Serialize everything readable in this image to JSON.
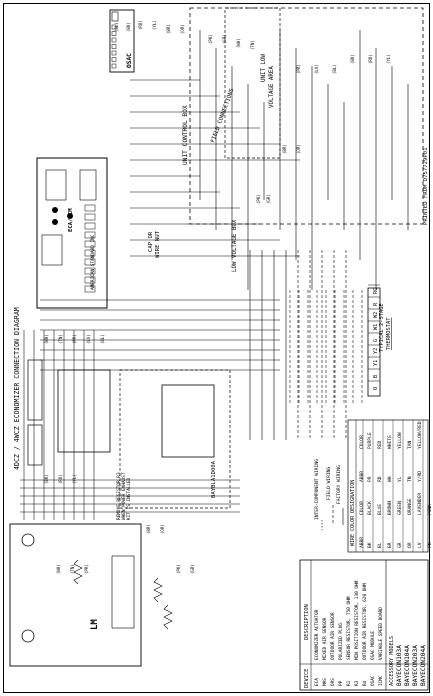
{
  "title": "4DCZ / 4WCZ ECONOMIZER CONNECTION DIAGRAM",
  "printed_from": "PRINTED FROM D757729P01",
  "box_labels": {
    "unit_control_box": "UNIT CONTROL BOX",
    "field_connections": "FIELD CONNECTIONS",
    "unit_low_voltage_area_1": "UNIT LOW",
    "unit_low_voltage_area_2": "VOLTAGE AREA",
    "low_voltage_box": "LOW VOLTAGE BOX",
    "cap_or_wire_nut_1": "CAP OR",
    "cap_or_wire_nut_2": "WIRE NUT",
    "baybla": "BAYBLA1D00A",
    "osac": "OSAC",
    "eca": "ECA/ECM",
    "lm": "LM",
    "remove_resistor_1": "REMOVE RESISTOR R3",
    "remove_resistor_2": "WHEN POWER EXHAUST",
    "remove_resistor_3": "KIT IS INSTALLED",
    "thermostat_1": "TYPICAL 2-STAGE",
    "thermostat_2": "THERMOSTAT",
    "american_standard": "AMERICAN STANDARD INC"
  },
  "thermostat_terminals": [
    "O",
    "B",
    "Y1",
    "Y2",
    "G",
    "W1",
    "W2",
    "R",
    "RC"
  ],
  "wiring_key": {
    "inter_component": "INTER-COMPONENT WIRING",
    "field": "FIELD WIRING",
    "factory": "FACTORY WIRING"
  },
  "wire_colors": {
    "title": "WIRE COLOR DESIGNATION",
    "headers": [
      "ABBR",
      "COLOR",
      "ABBR",
      "COLOR"
    ],
    "rows": [
      [
        "BK",
        "BLACK",
        "PR",
        "PURPLE"
      ],
      [
        "BL",
        "BLUE",
        "RD",
        "RED"
      ],
      [
        "BR",
        "BROWN",
        "WH",
        "WHITE"
      ],
      [
        "GR",
        "GREEN",
        "YL",
        "YELLOW"
      ],
      [
        "OR",
        "ORANGE",
        "TN",
        "TAN"
      ],
      [
        "LV",
        "LAVENDER",
        "Y/RD",
        "YELLOW/RED"
      ],
      [
        "PK",
        "PINK",
        "",
        ""
      ]
    ]
  },
  "devices": {
    "headers": [
      "DEVICE",
      "DESCRIPTION"
    ],
    "rows": [
      [
        "ECA",
        "ECONOMIZER ACTUATOR"
      ],
      [
        "MAS",
        "MIXED AIR SENSOR"
      ],
      [
        "OAS",
        "OUTDOOR AIR SENSOR"
      ],
      [
        "PP",
        "POLARIZED PLUG"
      ],
      [
        "R1",
        "SENSOR RESISTOR, 750 OHM"
      ],
      [
        "R3",
        "MIN POSITION RESISTOR, 130 OHM"
      ],
      [
        "R4",
        "OUTDOOR AIR RESISTOR, 620 OHM"
      ],
      [
        "OSAC",
        "OSAC MODULE"
      ],
      [
        "ICMC",
        "VARIABLE SPEED BOARD"
      ]
    ]
  },
  "accessory_models": {
    "header": "ACCESSORY MODELS",
    "items": [
      "BAYECON103A",
      "BAYECON104A",
      "BAYECON203A",
      "BAYECON204A"
    ]
  },
  "wire_tags": [
    "(BL)",
    "(BK)",
    "(RD)",
    "(YL)",
    "(BR)",
    "(OR)",
    "(PK)",
    "(GR)",
    "(WH)",
    "(TN)",
    "(PR)",
    "(LV)"
  ]
}
